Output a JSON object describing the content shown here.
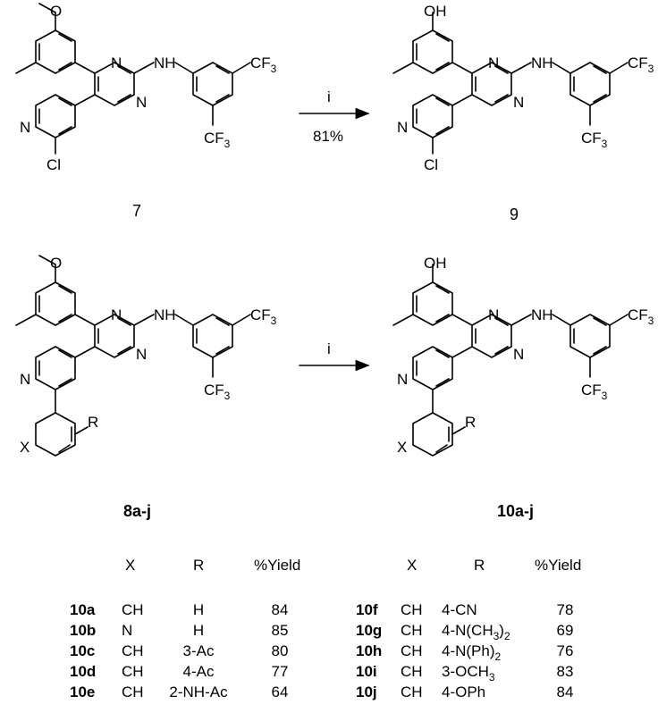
{
  "scheme": {
    "reagent": "i",
    "yield_top": "81%",
    "compounds": {
      "start_top": "7",
      "product_top": "9",
      "start_bottom": "8a-j",
      "product_bottom": "10a-j"
    },
    "atoms": {
      "methoxy": "O",
      "hydroxy": "OH",
      "ring_n": "N",
      "amine": "NH",
      "cf3": "CF",
      "cf3_sub": "3",
      "pyridine_n": "N",
      "chloro": "Cl",
      "aryl_x": "X",
      "aryl_r": "R"
    }
  },
  "table": {
    "headers": {
      "x": "X",
      "r": "R",
      "yield": "%Yield"
    },
    "left_rows": [
      {
        "id": "10a",
        "x": "CH",
        "r": "H",
        "yield": "84"
      },
      {
        "id": "10b",
        "x": "N",
        "r": "H",
        "yield": "85"
      },
      {
        "id": "10c",
        "x": "CH",
        "r": "3-Ac",
        "yield": "80"
      },
      {
        "id": "10d",
        "x": "CH",
        "r": "4-Ac",
        "yield": "77"
      },
      {
        "id": "10e",
        "x": "CH",
        "r": "2-NH-Ac",
        "yield": "64"
      }
    ],
    "right_rows": [
      {
        "id": "10f",
        "x": "CH",
        "r": "4-CN",
        "r_sub": "",
        "r_tail": "",
        "yield": "78"
      },
      {
        "id": "10g",
        "x": "CH",
        "r": "4-N(CH",
        "r_sub": "3",
        "r_tail": ")",
        "r_sub2": "2",
        "yield": "69"
      },
      {
        "id": "10h",
        "x": "CH",
        "r": "4-N(Ph)",
        "r_sub": "2",
        "r_tail": "",
        "r_sub2": "",
        "yield": "76"
      },
      {
        "id": "10i",
        "x": "CH",
        "r": "3-OCH",
        "r_sub": "3",
        "r_tail": "",
        "r_sub2": "",
        "yield": "83"
      },
      {
        "id": "10j",
        "x": "CH",
        "r": "4-OPh",
        "r_sub": "",
        "r_tail": "",
        "r_sub2": "",
        "yield": "84"
      }
    ]
  }
}
